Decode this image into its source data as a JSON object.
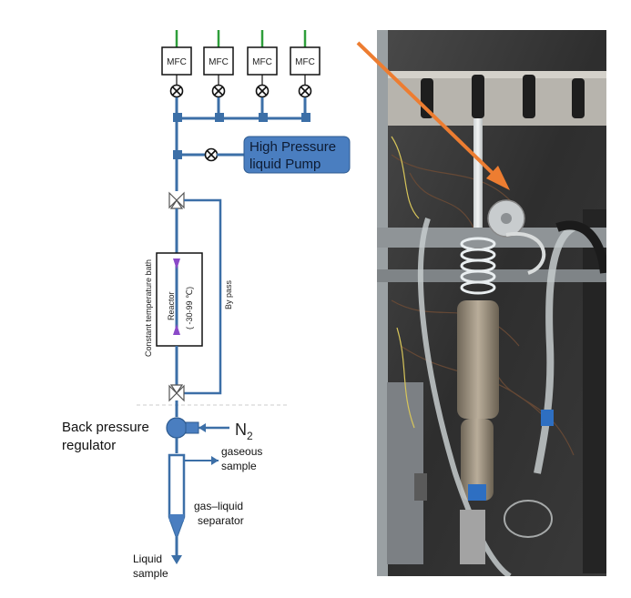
{
  "diagram": {
    "mfc_label": "MFC",
    "pump_line1": "High Pressure",
    "pump_line2": "liquid Pump",
    "bath_label": "Constant temperature bath",
    "reactor_label": "Reactor",
    "reactor_temp": "( -30-99 ℃)",
    "bypass_label": "By pass",
    "bpr_line1": "Back pressure",
    "bpr_line2": "regulator",
    "n2_label": "N",
    "n2_sub": "2",
    "gaseous_line1": "gaseous",
    "gaseous_line2": "sample",
    "separator_line1": "gas–liquid",
    "separator_line2": "separator",
    "liquid_line1": "Liquid",
    "liquid_line2": "sample"
  },
  "colors": {
    "pipe": "#3c6fa7",
    "pump_fill": "#4a7ec0",
    "gas_line": "#2e9e3a",
    "arrow": "#ed7d31",
    "reactor_marker": "#8a49c8"
  },
  "photo": {
    "description_icon": "apparatus-photo"
  }
}
